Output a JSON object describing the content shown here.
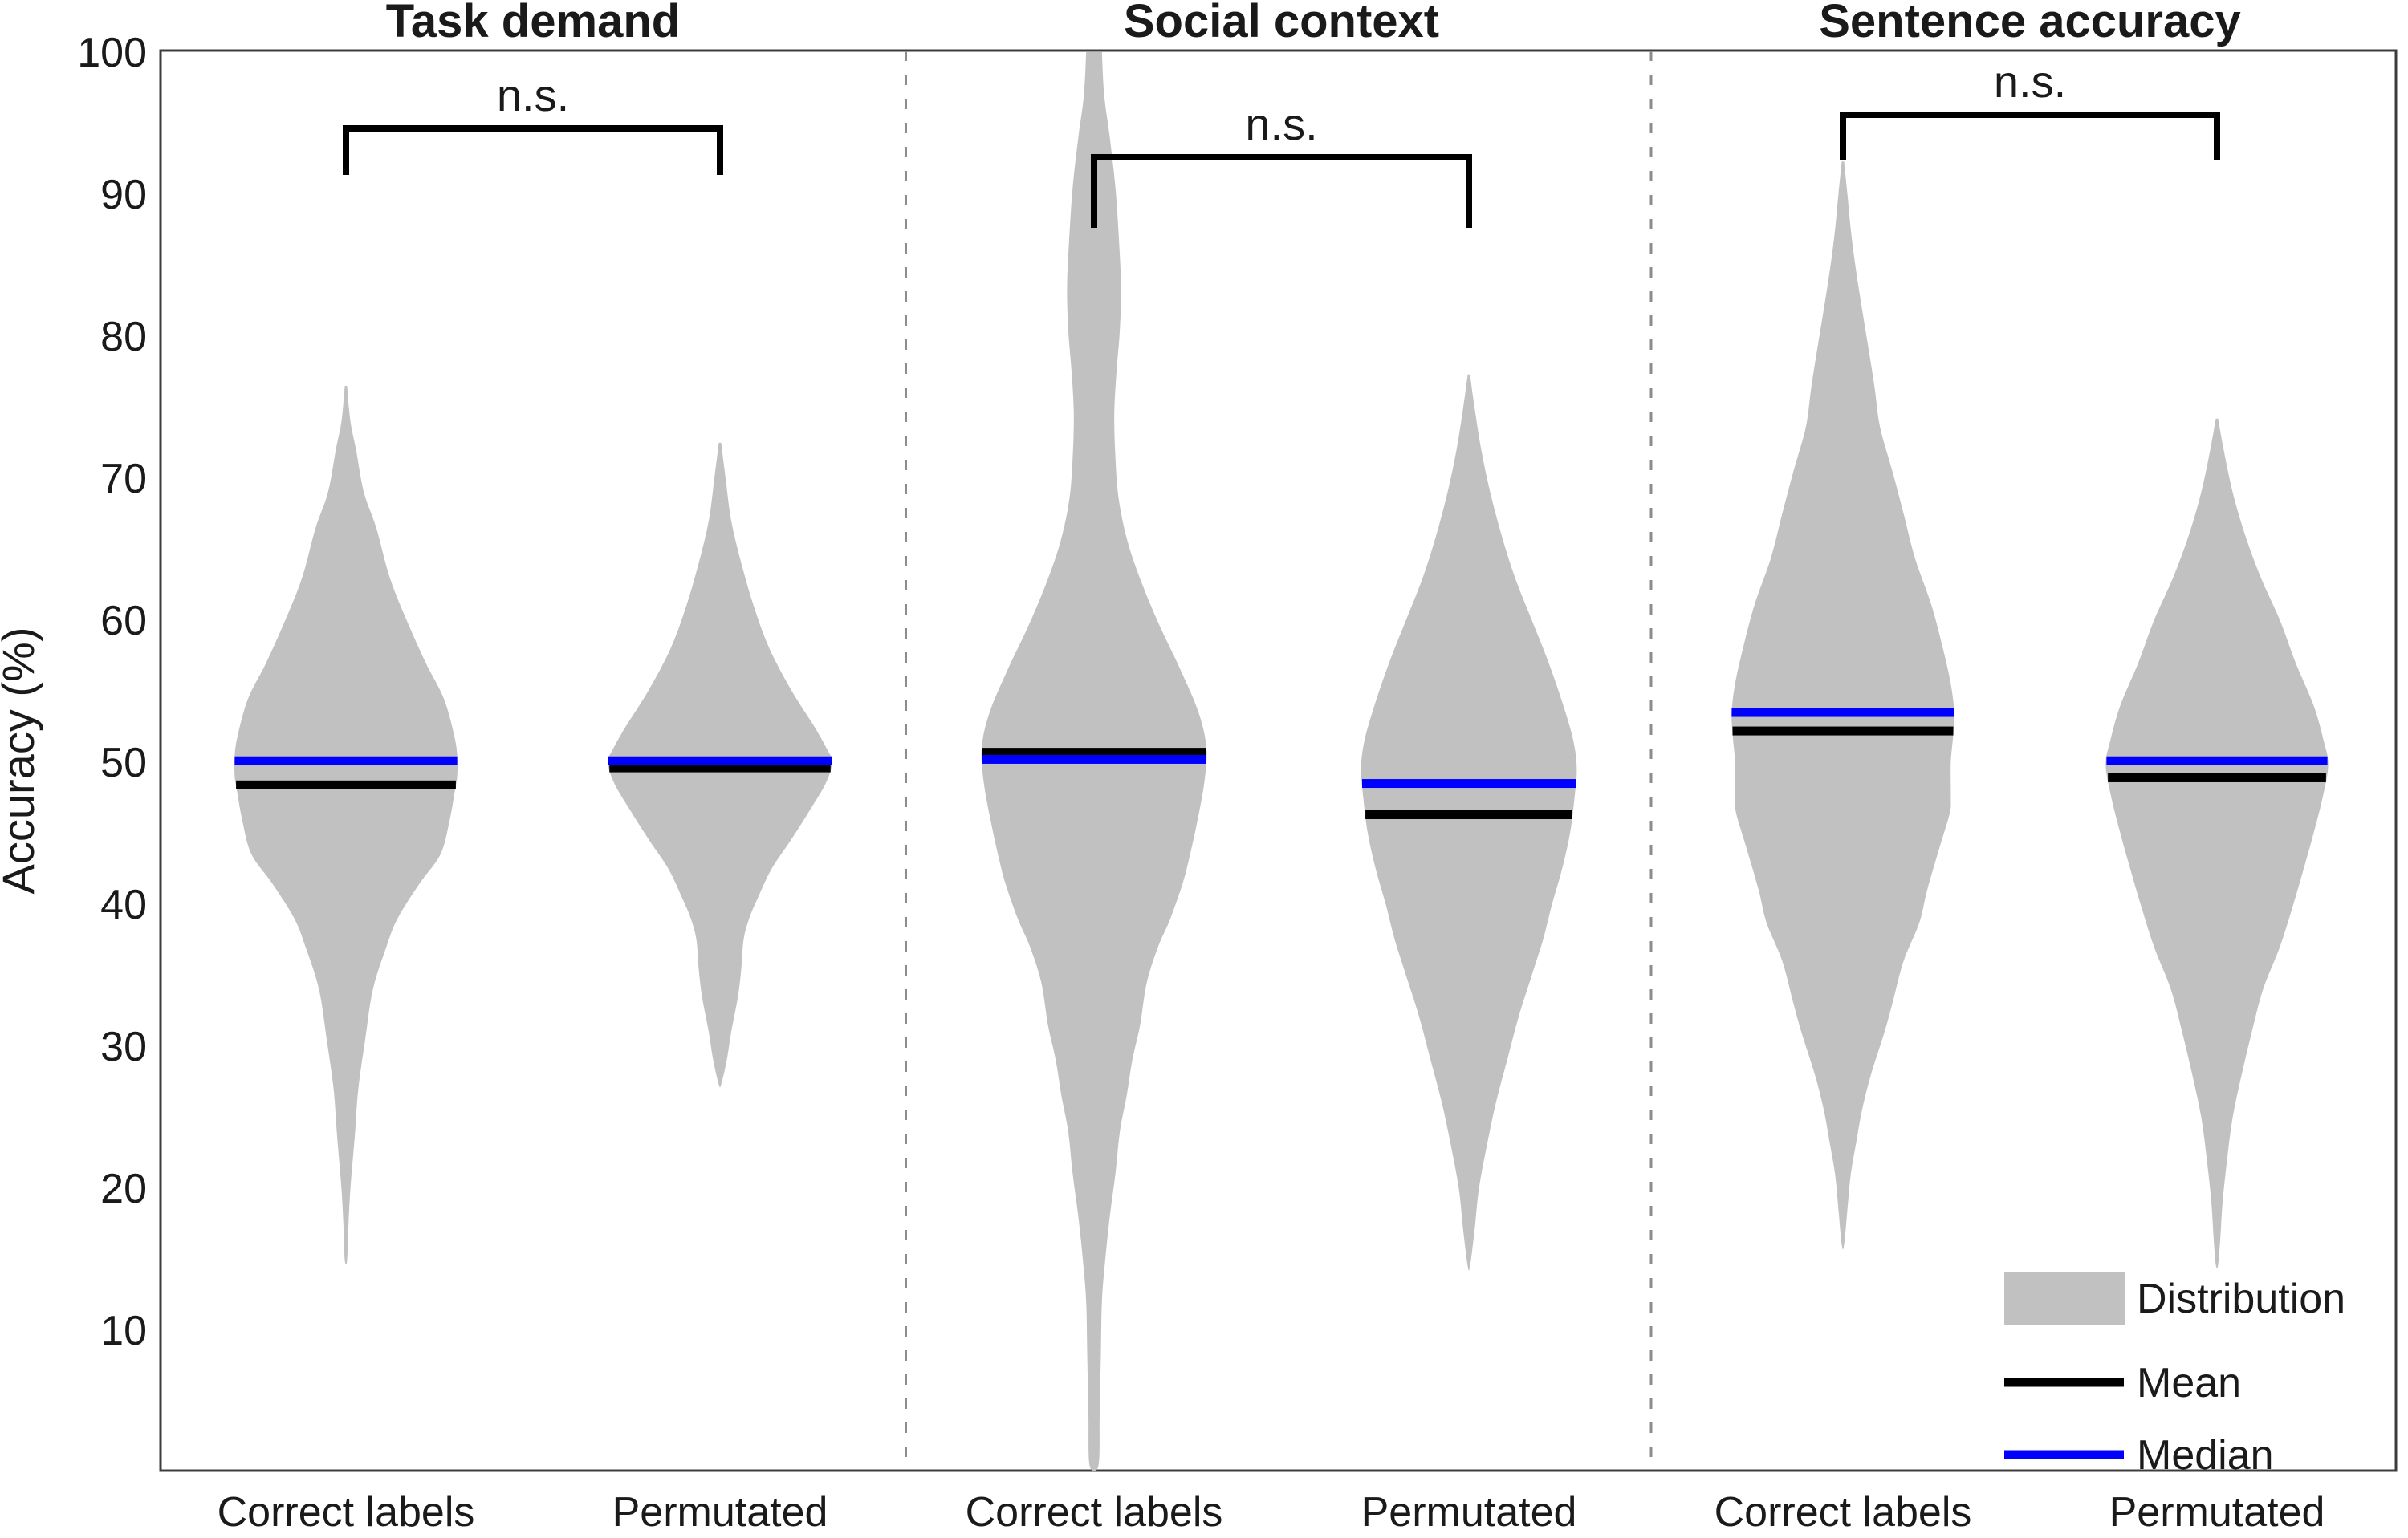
{
  "chart_data": {
    "type": "violin",
    "ylabel": "Accuracy (%)",
    "ylim": [
      0,
      100
    ],
    "yticks": [
      100,
      90,
      80,
      70,
      60,
      50,
      40,
      30,
      20,
      10
    ],
    "grid": false,
    "legend_position": "bottom-right",
    "colors": {
      "distribution": "#c1c1c1",
      "mean": "#000000",
      "median": "#0000ff",
      "axis": "#3c3c3c",
      "separator": "#8c8c8c"
    },
    "panels": [
      {
        "title": "Task demand",
        "significance": "n.s.",
        "violins": [
          {
            "category": "Correct labels",
            "mean": 48.4,
            "median": 50.1,
            "range": [
              14.9,
              76.5
            ],
            "profile": [
              [
                76.5,
                0.01
              ],
              [
                74,
                0.04
              ],
              [
                72,
                0.09
              ],
              [
                69,
                0.16
              ],
              [
                66.5,
                0.27
              ],
              [
                63,
                0.39
              ],
              [
                60,
                0.54
              ],
              [
                57,
                0.71
              ],
              [
                54.5,
                0.87
              ],
              [
                52,
                0.96
              ],
              [
                50.5,
                0.99
              ],
              [
                49,
                0.99
              ],
              [
                48,
                0.97
              ],
              [
                45.8,
                0.92
              ],
              [
                43.5,
                0.84
              ],
              [
                41.4,
                0.65
              ],
              [
                39,
                0.46
              ],
              [
                37,
                0.36
              ],
              [
                34,
                0.24
              ],
              [
                30.4,
                0.17
              ],
              [
                27,
                0.11
              ],
              [
                23.8,
                0.08
              ],
              [
                20,
                0.04
              ],
              [
                17,
                0.02
              ],
              [
                14.9,
                0.01
              ]
            ]
          },
          {
            "category": "Permutated",
            "mean": 49.6,
            "median": 50.1,
            "range": [
              27.3,
              72.5
            ],
            "profile": [
              [
                72.5,
                0.01
              ],
              [
                70,
                0.05
              ],
              [
                67,
                0.1
              ],
              [
                64,
                0.19
              ],
              [
                61,
                0.3
              ],
              [
                58,
                0.44
              ],
              [
                55,
                0.64
              ],
              [
                52.5,
                0.84
              ],
              [
                50.8,
                0.96
              ],
              [
                50,
                1.0
              ],
              [
                48.5,
                0.94
              ],
              [
                46.5,
                0.79
              ],
              [
                44.5,
                0.63
              ],
              [
                42.5,
                0.46
              ],
              [
                40.5,
                0.34
              ],
              [
                39,
                0.26
              ],
              [
                37.5,
                0.21
              ],
              [
                35.5,
                0.19
              ],
              [
                33.5,
                0.16
              ],
              [
                31,
                0.1
              ],
              [
                29,
                0.06
              ],
              [
                27.3,
                0.01
              ]
            ]
          }
        ]
      },
      {
        "title": "Social context",
        "significance": "n.s.",
        "violins": [
          {
            "category": "Correct labels",
            "mean": 50.7,
            "median": 50.2,
            "range": [
              0,
              100
            ],
            "profile": [
              [
                100,
                0.07
              ],
              [
                97,
                0.09
              ],
              [
                94,
                0.14
              ],
              [
                90.5,
                0.19
              ],
              [
                87,
                0.22
              ],
              [
                83.5,
                0.24
              ],
              [
                80.5,
                0.23
              ],
              [
                77.5,
                0.2
              ],
              [
                74.5,
                0.18
              ],
              [
                71.5,
                0.19
              ],
              [
                68.5,
                0.22
              ],
              [
                65.5,
                0.3
              ],
              [
                62.5,
                0.43
              ],
              [
                59.5,
                0.59
              ],
              [
                56.5,
                0.77
              ],
              [
                53.5,
                0.93
              ],
              [
                51,
                1.0
              ],
              [
                48.5,
                0.98
              ],
              [
                45.5,
                0.91
              ],
              [
                43,
                0.84
              ],
              [
                41.5,
                0.79
              ],
              [
                39,
                0.68
              ],
              [
                37,
                0.57
              ],
              [
                34.5,
                0.47
              ],
              [
                31.5,
                0.41
              ],
              [
                29,
                0.34
              ],
              [
                26.5,
                0.29
              ],
              [
                24,
                0.23
              ],
              [
                21,
                0.19
              ],
              [
                18,
                0.14
              ],
              [
                15,
                0.1
              ],
              [
                12,
                0.07
              ],
              [
                8,
                0.06
              ],
              [
                4,
                0.05
              ],
              [
                0.5,
                0.04
              ]
            ]
          },
          {
            "category": "Permutated",
            "mean": 46.3,
            "median": 48.5,
            "range": [
              14.5,
              77.3
            ],
            "profile": [
              [
                77.3,
                0.01
              ],
              [
                75,
                0.05
              ],
              [
                72,
                0.11
              ],
              [
                69,
                0.19
              ],
              [
                66,
                0.29
              ],
              [
                63,
                0.41
              ],
              [
                60,
                0.56
              ],
              [
                57,
                0.71
              ],
              [
                54,
                0.84
              ],
              [
                51.5,
                0.93
              ],
              [
                49.5,
                0.96
              ],
              [
                47.5,
                0.94
              ],
              [
                45,
                0.9
              ],
              [
                42.5,
                0.83
              ],
              [
                40,
                0.74
              ],
              [
                37.5,
                0.66
              ],
              [
                35,
                0.56
              ],
              [
                32,
                0.44
              ],
              [
                29,
                0.34
              ],
              [
                26,
                0.24
              ],
              [
                23,
                0.16
              ],
              [
                20,
                0.09
              ],
              [
                17,
                0.05
              ],
              [
                14.5,
                0.01
              ]
            ]
          }
        ]
      },
      {
        "title": "Sentence accuracy",
        "significance": "n.s.",
        "violins": [
          {
            "category": "Correct labels",
            "mean": 52.2,
            "median": 53.5,
            "range": [
              16,
              92.3
            ],
            "profile": [
              [
                92.3,
                0.01
              ],
              [
                90,
                0.04
              ],
              [
                87.5,
                0.07
              ],
              [
                85,
                0.11
              ],
              [
                82.4,
                0.16
              ],
              [
                79.5,
                0.22
              ],
              [
                76.5,
                0.28
              ],
              [
                73.6,
                0.33
              ],
              [
                70.5,
                0.44
              ],
              [
                67.5,
                0.54
              ],
              [
                64.4,
                0.64
              ],
              [
                61,
                0.79
              ],
              [
                58,
                0.89
              ],
              [
                55.5,
                0.96
              ],
              [
                53.5,
                0.99
              ],
              [
                51.8,
                0.98
              ],
              [
                50,
                0.96
              ],
              [
                47.5,
                0.96
              ],
              [
                46.4,
                0.95
              ],
              [
                44,
                0.86
              ],
              [
                41,
                0.75
              ],
              [
                38.7,
                0.68
              ],
              [
                36,
                0.54
              ],
              [
                33,
                0.44
              ],
              [
                31,
                0.37
              ],
              [
                28,
                0.25
              ],
              [
                25.5,
                0.17
              ],
              [
                23.3,
                0.12
              ],
              [
                21,
                0.07
              ],
              [
                18.5,
                0.04
              ],
              [
                16,
                0.01
              ]
            ]
          },
          {
            "category": "Permutated",
            "mean": 48.9,
            "median": 50.1,
            "range": [
              14.6,
              74.2
            ],
            "profile": [
              [
                74.2,
                0.01
              ],
              [
                72,
                0.06
              ],
              [
                69,
                0.14
              ],
              [
                66,
                0.25
              ],
              [
                63,
                0.39
              ],
              [
                60,
                0.56
              ],
              [
                57,
                0.7
              ],
              [
                54,
                0.86
              ],
              [
                51.5,
                0.95
              ],
              [
                49.8,
                0.99
              ],
              [
                47.5,
                0.94
              ],
              [
                45,
                0.86
              ],
              [
                43,
                0.79
              ],
              [
                40,
                0.68
              ],
              [
                37,
                0.56
              ],
              [
                34,
                0.41
              ],
              [
                31,
                0.31
              ],
              [
                28,
                0.22
              ],
              [
                25,
                0.14
              ],
              [
                22,
                0.09
              ],
              [
                19,
                0.05
              ],
              [
                16.5,
                0.03
              ],
              [
                14.6,
                0.01
              ]
            ]
          }
        ]
      }
    ],
    "legend": [
      {
        "label": "Distribution",
        "swatch": "fill",
        "color": "#c1c1c1"
      },
      {
        "label": "Mean",
        "swatch": "line",
        "color": "#000000"
      },
      {
        "label": "Median",
        "swatch": "line",
        "color": "#0000ff"
      }
    ]
  }
}
